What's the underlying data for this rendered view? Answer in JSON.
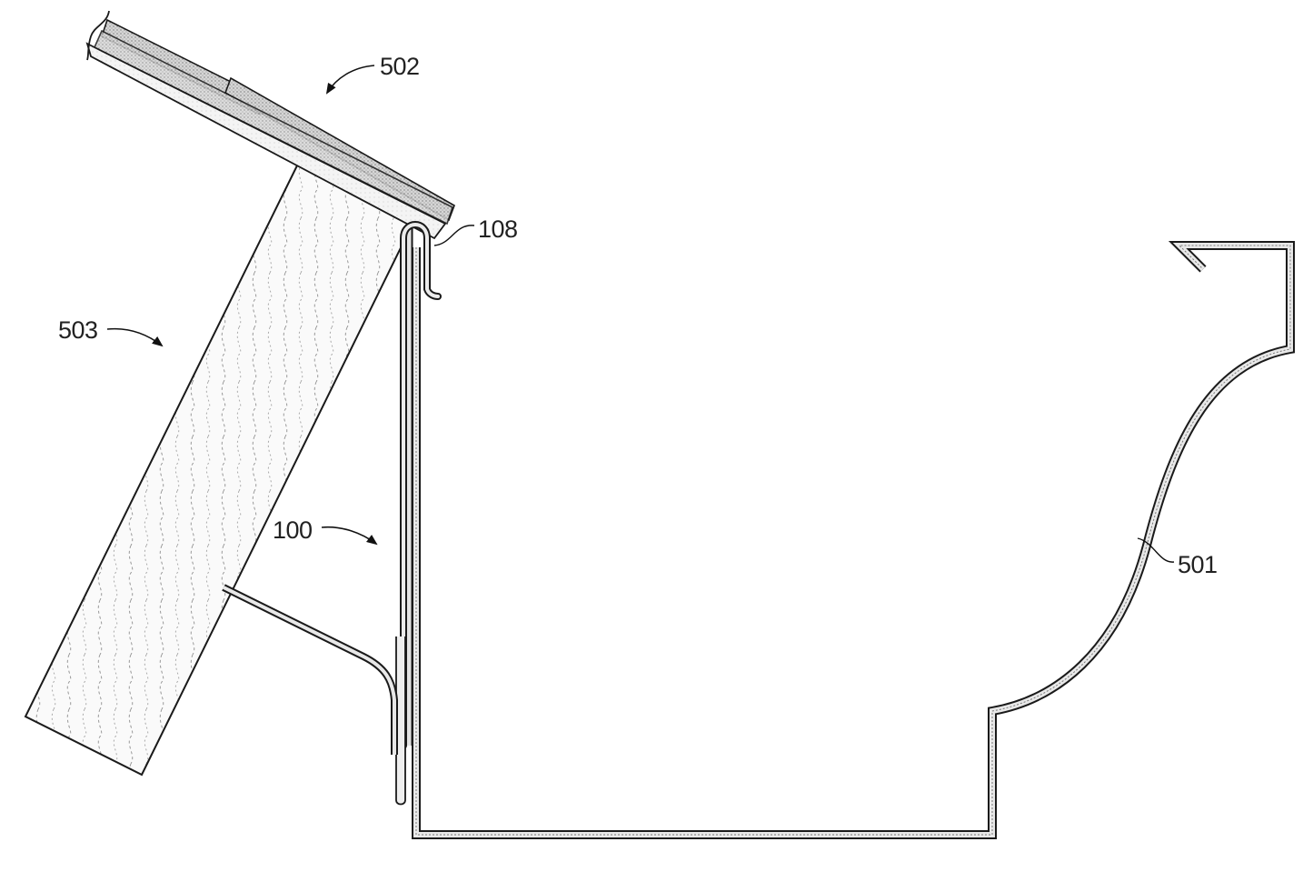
{
  "figure": {
    "type": "patent-drawing",
    "description": "Cross-section of roof edge with gutter and gutter hanger bracket",
    "background_color": "#ffffff",
    "line_color": "#1a1a1a"
  },
  "labels": {
    "roof": {
      "ref": "502",
      "part": "roof-shingles"
    },
    "fascia": {
      "ref": "503",
      "part": "fascia-board"
    },
    "bracket": {
      "ref": "100",
      "part": "gutter-hanger-bracket"
    },
    "hook": {
      "ref": "108",
      "part": "bracket-hook"
    },
    "gutter": {
      "ref": "501",
      "part": "gutter"
    }
  }
}
